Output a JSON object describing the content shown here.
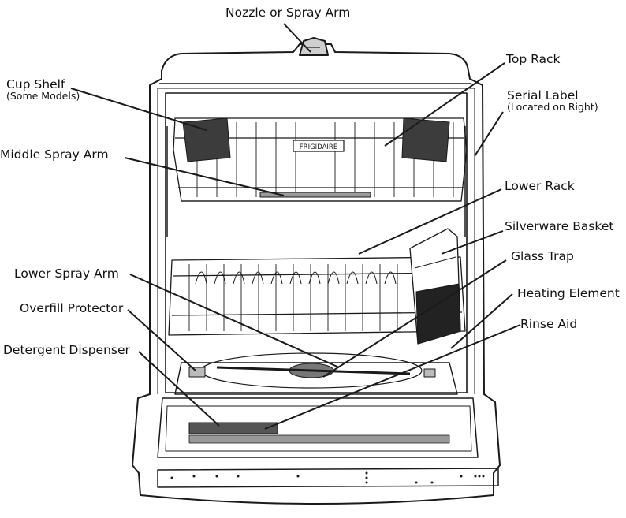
{
  "brand": "FRIGIDAIRE",
  "labels": {
    "nozzle": "Nozzle or Spray Arm",
    "top_rack": "Top Rack",
    "cup_shelf": "Cup Shelf",
    "cup_shelf_note": "(Some Models)",
    "serial_label": "Serial Label",
    "serial_label_note": "(Located on Right)",
    "middle_spray_arm": "Middle Spray Arm",
    "lower_rack": "Lower Rack",
    "silverware_basket": "Silverware Basket",
    "glass_trap": "Glass Trap",
    "lower_spray_arm": "Lower Spray Arm",
    "heating_element": "Heating Element",
    "overfill_protector": "Overfill Protector",
    "rinse_aid": "Rinse Aid",
    "detergent_dispenser": "Detergent Dispenser"
  },
  "colors": {
    "line": "#1a1a1a",
    "shade": "#555555",
    "dark": "#2a2a2a"
  }
}
